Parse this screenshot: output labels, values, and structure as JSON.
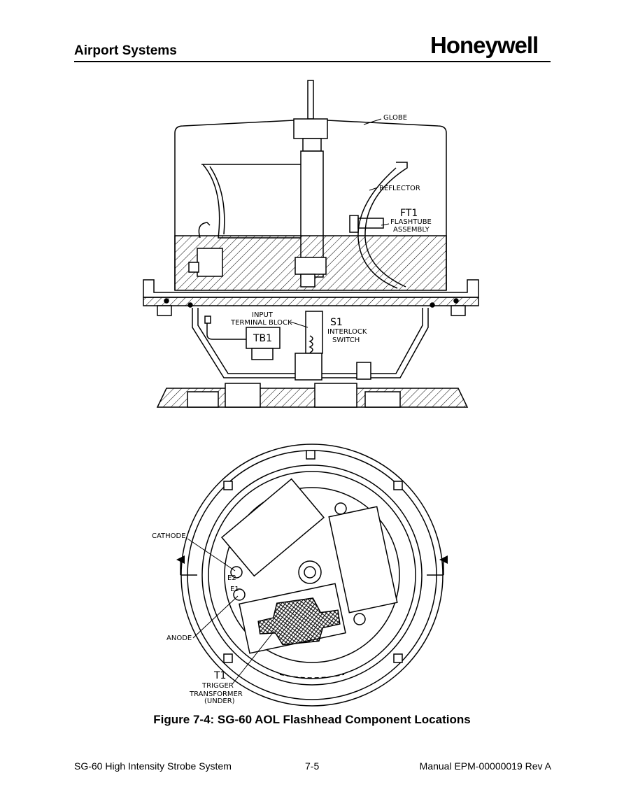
{
  "header": {
    "section": "Airport Systems",
    "brand": "Honeywell"
  },
  "figure": {
    "caption": "Figure 7-4: SG-60 AOL Flashhead Component Locations",
    "labels": {
      "globe": "GLOBE",
      "reflector": "REFLECTOR",
      "ft1": "FT1",
      "flashtube": "FLASHTUBE",
      "assembly": "ASSEMBLY",
      "input": "INPUT",
      "terminal_block": "TERMINAL BLOCK",
      "tb1": "TB1",
      "s1": "S1",
      "interlock": "INTERLOCK",
      "switch": "SWITCH",
      "cathode": "CATHODE",
      "anode": "ANODE",
      "e2": "E2",
      "e1": "E1",
      "t1": "T1",
      "trigger": "TRIGGER",
      "transformer": "TRANSFORMER",
      "under": "(UNDER)"
    }
  },
  "footer": {
    "left": "SG-60 High Intensity Strobe System",
    "center": "7-5",
    "right": "Manual EPM-00000019 Rev A"
  }
}
